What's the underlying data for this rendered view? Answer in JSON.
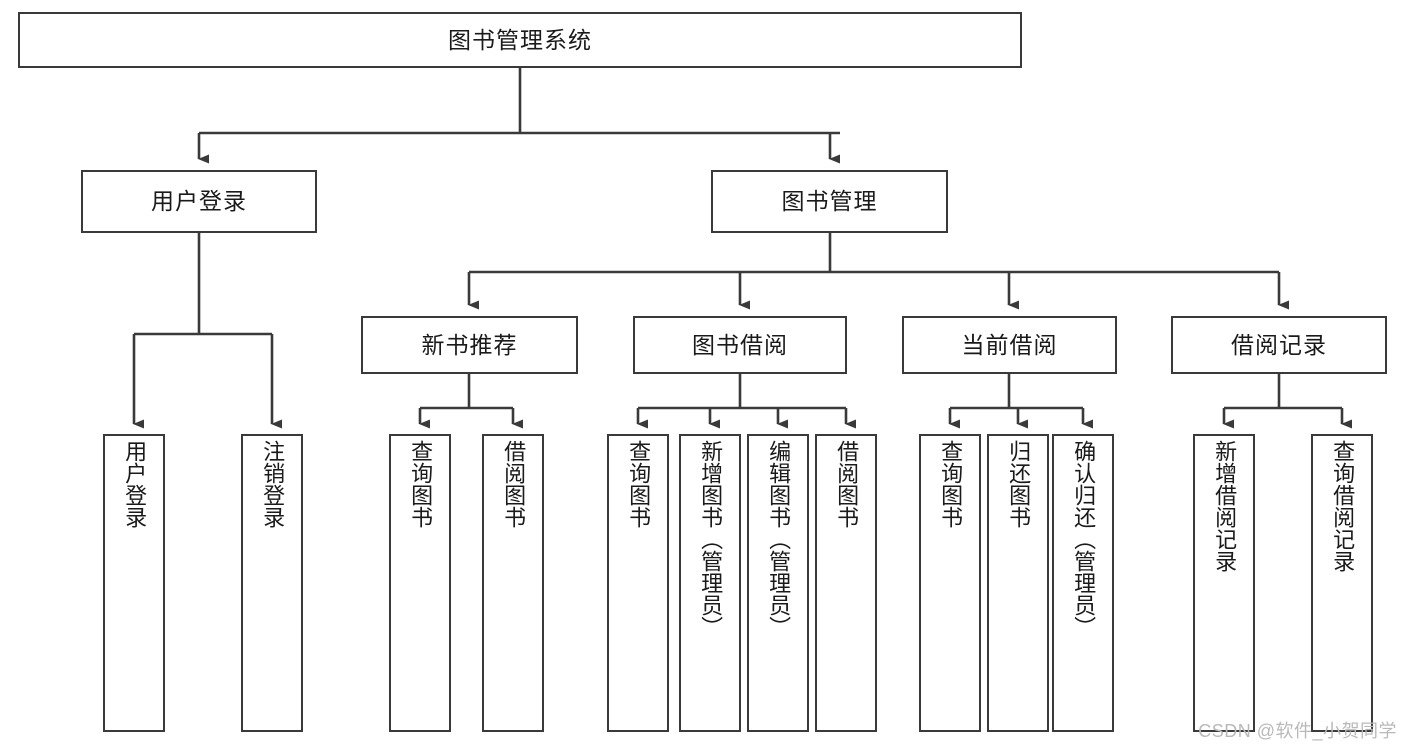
{
  "diagram": {
    "title": "图书管理系统",
    "type": "tree-hierarchy",
    "watermark": "CSDN @软件_小贺同学",
    "accent_color": "#3a3a3a",
    "background_color": "#ffffff",
    "nodes": {
      "root": {
        "label": "图书管理系统",
        "orientation": "horizontal",
        "level": 1
      },
      "l2": [
        {
          "label": "用户登录",
          "orientation": "horizontal",
          "level": 2
        },
        {
          "label": "图书管理",
          "orientation": "horizontal",
          "level": 2
        }
      ],
      "l3": [
        {
          "label": "新书推荐",
          "orientation": "horizontal",
          "level": 3,
          "parent": "图书管理"
        },
        {
          "label": "图书借阅",
          "orientation": "horizontal",
          "level": 3,
          "parent": "图书管理"
        },
        {
          "label": "当前借阅",
          "orientation": "horizontal",
          "level": 3,
          "parent": "图书管理"
        },
        {
          "label": "借阅记录",
          "orientation": "horizontal",
          "level": 3,
          "parent": "图书管理"
        }
      ],
      "leaves": [
        {
          "label": "用户登录",
          "orientation": "vertical",
          "parent": "用户登录"
        },
        {
          "label": "注销登录",
          "orientation": "vertical",
          "parent": "用户登录"
        },
        {
          "label": "查询图书",
          "orientation": "vertical",
          "parent": "新书推荐"
        },
        {
          "label": "借阅图书",
          "orientation": "vertical",
          "parent": "新书推荐"
        },
        {
          "label": "查询图书",
          "orientation": "vertical",
          "parent": "图书借阅"
        },
        {
          "label": "新增图书（管理员）",
          "orientation": "vertical",
          "parent": "图书借阅"
        },
        {
          "label": "编辑图书（管理员）",
          "orientation": "vertical",
          "parent": "图书借阅"
        },
        {
          "label": "借阅图书",
          "orientation": "vertical",
          "parent": "图书借阅"
        },
        {
          "label": "查询图书",
          "orientation": "vertical",
          "parent": "当前借阅"
        },
        {
          "label": "归还图书",
          "orientation": "vertical",
          "parent": "当前借阅"
        },
        {
          "label": "确认归还（管理员）",
          "orientation": "vertical",
          "parent": "当前借阅"
        },
        {
          "label": "新增借阅记录",
          "orientation": "vertical",
          "parent": "借阅记录"
        },
        {
          "label": "查询借阅记录",
          "orientation": "vertical",
          "parent": "借阅记录"
        }
      ]
    }
  }
}
